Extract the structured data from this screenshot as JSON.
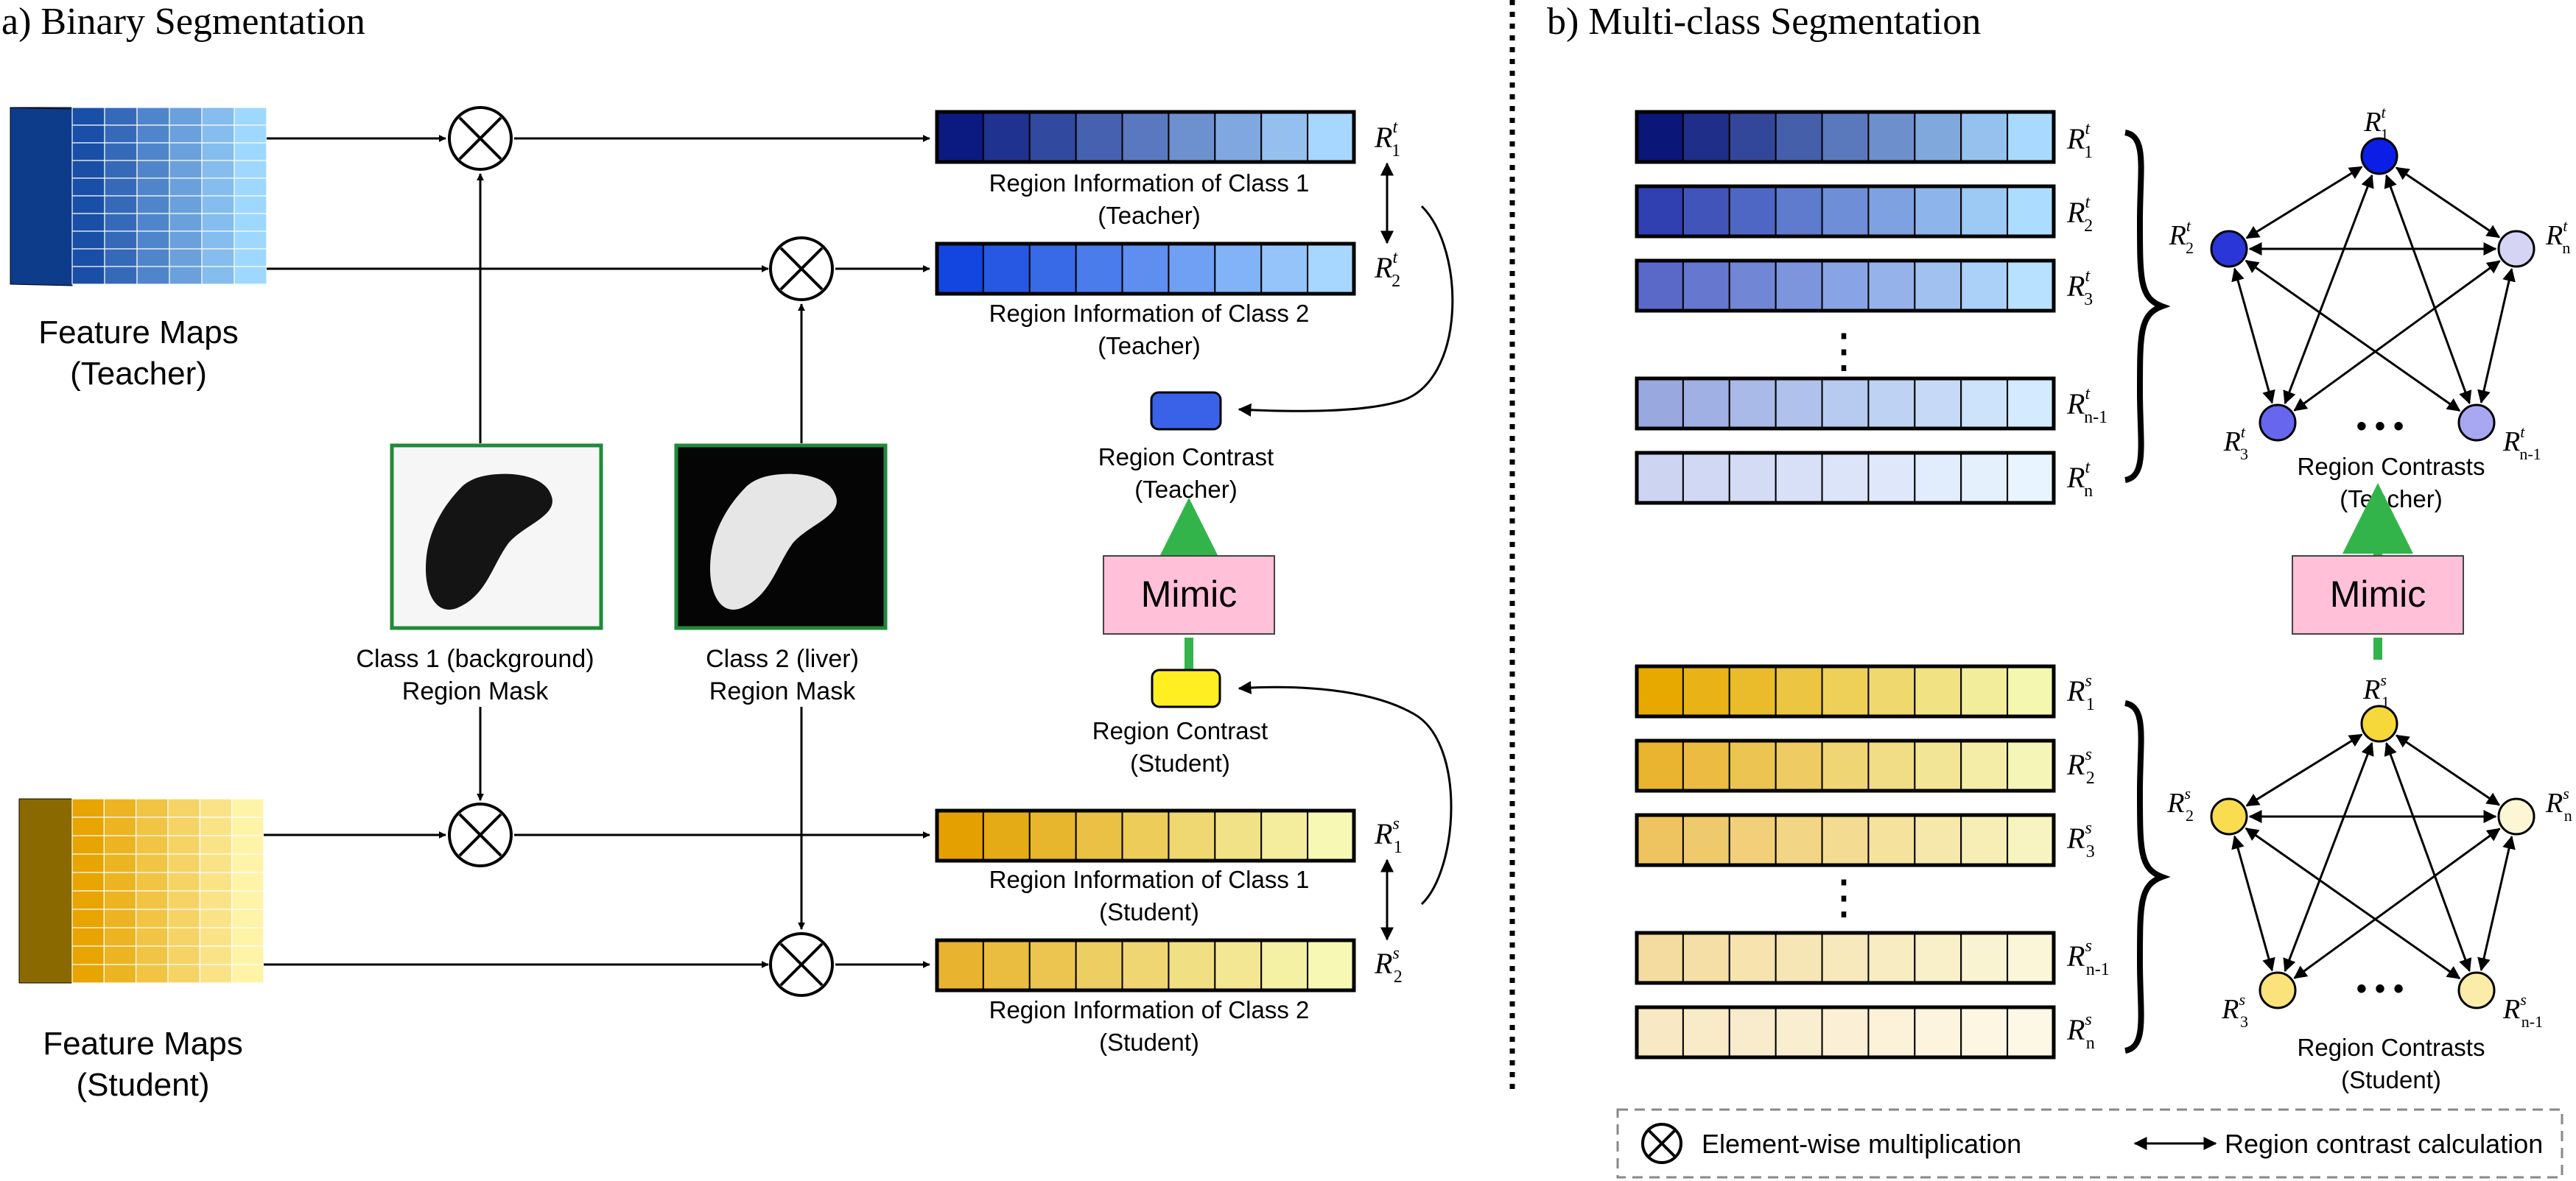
{
  "panel_a": {
    "title": "a) Binary Segmentation",
    "teacher_features": {
      "label_line1": "Feature Maps",
      "label_line2": "(Teacher)",
      "color_dark": "#1a4fa8",
      "color_light": "#9fd8ff"
    },
    "student_features": {
      "label_line1": "Feature Maps",
      "label_line2": "(Student)",
      "color_dark": "#e8a400",
      "color_light": "#fff3a8"
    },
    "mask_background": {
      "label_line1": "Class 1 (background)",
      "label_line2": "Region Mask"
    },
    "mask_liver": {
      "label_line1": "Class 2 (liver)",
      "label_line2": "Region Mask"
    },
    "bars": [
      {
        "label_line1": "Region Information of Class 1",
        "label_line2": "(Teacher)",
        "r_main": "R",
        "r_sub": "1",
        "r_sup": "t"
      },
      {
        "label_line1": "Region Information of Class 2",
        "label_line2": "(Teacher)",
        "r_main": "R",
        "r_sub": "2",
        "r_sup": "t"
      },
      {
        "label_line1": "Region Information of Class 1",
        "label_line2": "(Student)",
        "r_main": "R",
        "r_sub": "1",
        "r_sup": "s"
      },
      {
        "label_line1": "Region Information of Class 2",
        "label_line2": "(Student)",
        "r_main": "R",
        "r_sub": "2",
        "r_sup": "s"
      }
    ],
    "contrast_teacher": {
      "label_line1": "Region Contrast",
      "label_line2": "(Teacher)",
      "color": "#3a62e8"
    },
    "contrast_student": {
      "label_line1": "Region Contrast",
      "label_line2": "(Student)",
      "color": "#ffee22"
    },
    "mimic_label": "Mimic"
  },
  "panel_b": {
    "title": "b) Multi-class Segmentation",
    "teacher_bars": [
      {
        "r_main": "R",
        "r_sub": "1",
        "r_sup": "t"
      },
      {
        "r_main": "R",
        "r_sub": "2",
        "r_sup": "t"
      },
      {
        "r_main": "R",
        "r_sub": "3",
        "r_sup": "t"
      },
      {
        "r_main": "R",
        "r_sub": "n-1",
        "r_sup": "t"
      },
      {
        "r_main": "R",
        "r_sub": "n",
        "r_sup": "t"
      }
    ],
    "student_bars": [
      {
        "r_main": "R",
        "r_sub": "1",
        "r_sup": "s"
      },
      {
        "r_main": "R",
        "r_sub": "2",
        "r_sup": "s"
      },
      {
        "r_main": "R",
        "r_sub": "3",
        "r_sup": "s"
      },
      {
        "r_main": "R",
        "r_sub": "n-1",
        "r_sup": "s"
      },
      {
        "r_main": "R",
        "r_sub": "n",
        "r_sup": "s"
      }
    ],
    "vertical_ellipsis": "⋮",
    "graph_teacher": {
      "label_line1": "Region Contrasts",
      "label_line2": "(Teacher)",
      "ellipsis": "• • •",
      "nodes": [
        {
          "r_main": "R",
          "r_sub": "1",
          "r_sup": "t",
          "color": "#0a1ee6"
        },
        {
          "r_main": "R",
          "r_sub": "2",
          "r_sup": "t",
          "color": "#2a36d8"
        },
        {
          "r_main": "R",
          "r_sub": "n",
          "r_sup": "t",
          "color": "#d6d4f4"
        },
        {
          "r_main": "R",
          "r_sub": "3",
          "r_sup": "t",
          "color": "#6666ee"
        },
        {
          "r_main": "R",
          "r_sub": "n-1",
          "r_sup": "t",
          "color": "#a8a8f2"
        }
      ]
    },
    "graph_student": {
      "label_line1": "Region Contrasts",
      "label_line2": "(Student)",
      "ellipsis": "• • •",
      "nodes": [
        {
          "r_main": "R",
          "r_sub": "1",
          "r_sup": "s",
          "color": "#f7d83a"
        },
        {
          "r_main": "R",
          "r_sub": "2",
          "r_sup": "s",
          "color": "#f9dc50"
        },
        {
          "r_main": "R",
          "r_sub": "n",
          "r_sup": "s",
          "color": "#fdf6d4"
        },
        {
          "r_main": "R",
          "r_sub": "3",
          "r_sup": "s",
          "color": "#fbe27a"
        },
        {
          "r_main": "R",
          "r_sub": "n-1",
          "r_sup": "s",
          "color": "#fcecaa"
        }
      ]
    },
    "mimic_label": "Mimic"
  },
  "legend": {
    "multiply_label": "Element-wise multiplication",
    "contrast_label": "Region contrast calculation"
  },
  "colors": {
    "mimic_fill": "#ffc0d8",
    "green_arrow": "#33b44a",
    "mask_border": "#1f8a3a",
    "teacher_bar_dark": "#0b1a80",
    "teacher_bar_light": "#a7d6ff",
    "student_bar_dark": "#e3a000",
    "student_bar_light": "#f6f8b4"
  }
}
